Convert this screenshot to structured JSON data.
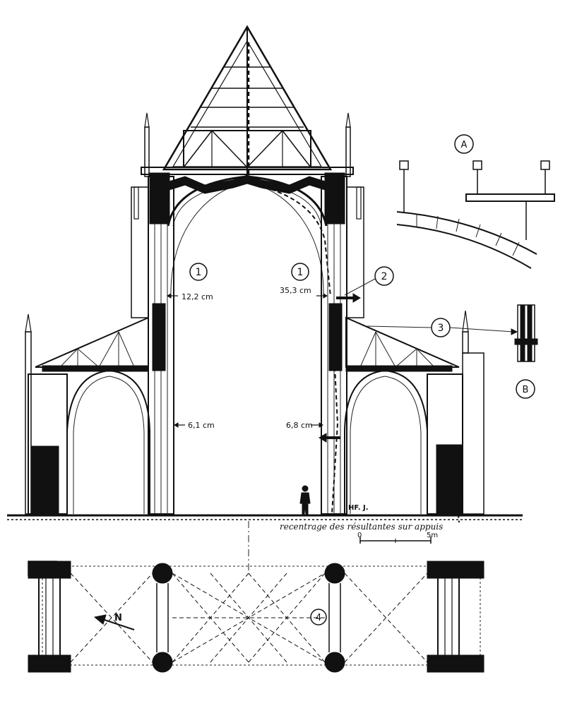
{
  "callouts": {
    "c1_left": "1",
    "c1_right": "1",
    "c2": "2",
    "c3": "3",
    "c4": "4",
    "detail_a": "A",
    "detail_b": "B"
  },
  "measurements": {
    "upper_left": "12,2 cm",
    "upper_right": "35,3 cm",
    "lower_left": "6,1 cm",
    "lower_right": "6,8 cm"
  },
  "annotations": {
    "signature": "HF. J.",
    "note": "recentrage des résultantes sur appuis",
    "compass": "N"
  },
  "scale_bar": {
    "start_label": "0",
    "end_label": "5m"
  }
}
